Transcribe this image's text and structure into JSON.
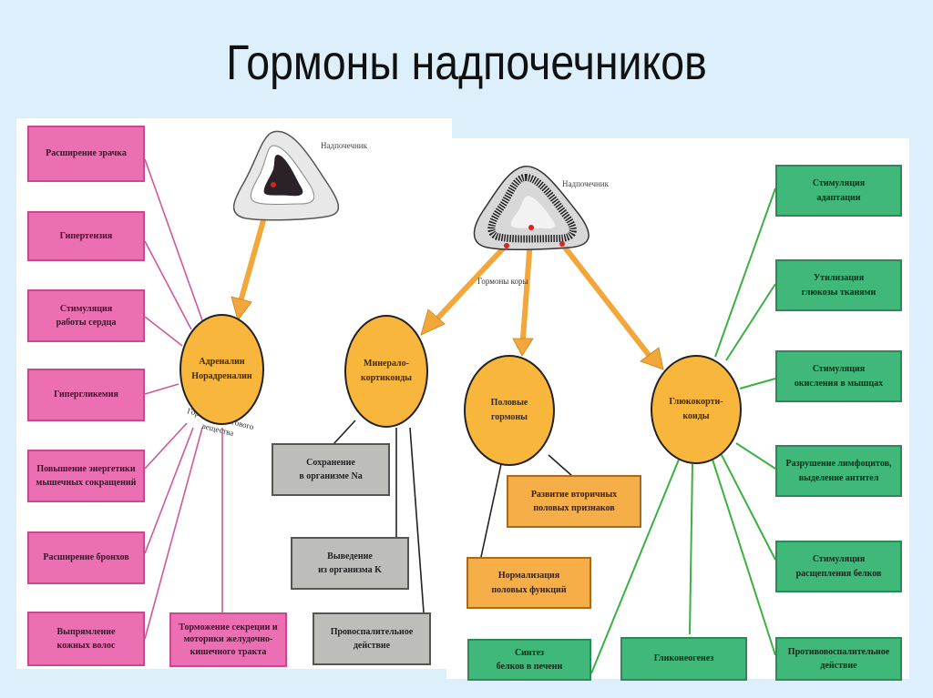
{
  "title": "Гормоны надпочечников",
  "colors": {
    "background": "#dcefFb",
    "medulla_effects": "#ec6fb3",
    "mineralocorticoid_effects": "#bdbdba",
    "sex_hormone_effects": "#f6ae48",
    "glucocorticoid_effects": "#3fb87a",
    "hormone_node": "#f8b63c",
    "arrow": "#f3a73a"
  },
  "labels": {
    "adrenal_left": "Надпочечник",
    "adrenal_right": "Надпочечник",
    "cortex_hormones": "Гормоны коры",
    "medulla_hormones": "Гормоны мозгового вещества"
  },
  "nodes": {
    "adrenaline": {
      "line1": "Адреналин",
      "line2": "Норадреналин"
    },
    "mineralocorticoids": {
      "line1": "Минерало-",
      "line2": "кортикоиды"
    },
    "sex_hormones": {
      "line1": "Половые",
      "line2": "гормоны"
    },
    "glucocorticoids": {
      "line1": "Глюкокорти-",
      "line2": "коиды"
    }
  },
  "medulla_effects": [
    {
      "line1": "Расширение зрачка",
      "line2": ""
    },
    {
      "line1": "Гипертензия",
      "line2": ""
    },
    {
      "line1": "Стимуляция",
      "line2": "работы сердца"
    },
    {
      "line1": "Гипергликемия",
      "line2": ""
    },
    {
      "line1": "Повышение энергетики",
      "line2": "мышечных сокращений"
    },
    {
      "line1": "Расширение бронхов",
      "line2": ""
    },
    {
      "line1": "Выпрямление",
      "line2": "кожных волос"
    },
    {
      "line1": "Торможение секреции и",
      "line2": "моторики желудочно-",
      "line3": "кишечного тракта"
    }
  ],
  "mineralocorticoid_effects": [
    {
      "line1": "Сохранение",
      "line2": "в организме Na"
    },
    {
      "line1": "Выведение",
      "line2": "из организма K"
    },
    {
      "line1": "Провоспалительное",
      "line2": "действие"
    }
  ],
  "sex_hormone_effects": [
    {
      "line1": "Развитие вторичных",
      "line2": "половых признаков"
    },
    {
      "line1": "Нормализация",
      "line2": "половых функций"
    }
  ],
  "glucocorticoid_effects": [
    {
      "line1": "Стимуляция",
      "line2": "адаптации"
    },
    {
      "line1": "Утилизация",
      "line2": "глюкозы тканями"
    },
    {
      "line1": "Стимуляция",
      "line2": "окисления в мышцах"
    },
    {
      "line1": "Разрушение лимфоцитов,",
      "line2": "выделение антител"
    },
    {
      "line1": "Стимуляция",
      "line2": "расщепления белков"
    },
    {
      "line1": "Противовоспалительное",
      "line2": "действие"
    },
    {
      "line1": "Гликонеогенез",
      "line2": ""
    },
    {
      "line1": "Синтез",
      "line2": "белков в печени"
    }
  ]
}
